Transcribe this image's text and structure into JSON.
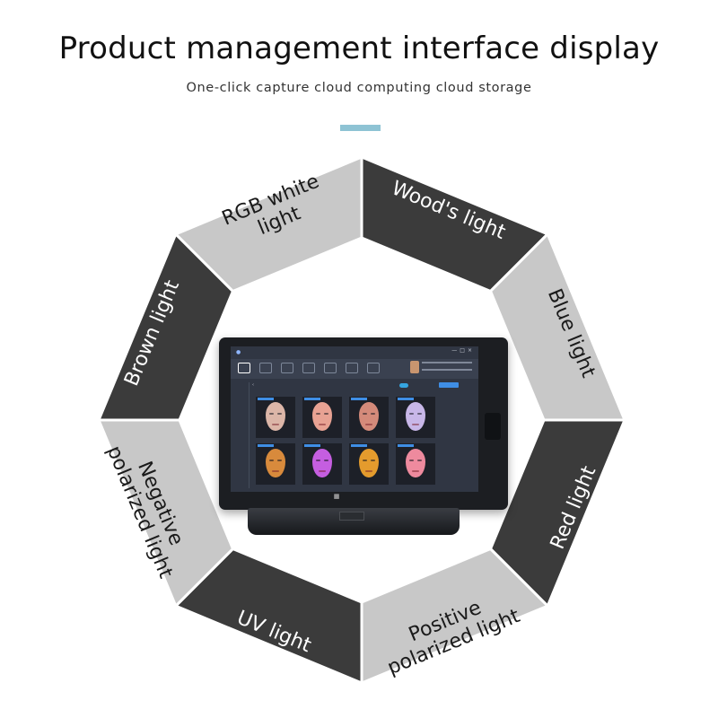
{
  "header": {
    "title": "Product management interface display",
    "subtitle": "One-click capture cloud computing cloud storage"
  },
  "colors": {
    "accent_bar": "#8ec3d4",
    "segment_dark": "#3b3b3b",
    "segment_light": "#c8c8c8",
    "text_on_dark": "#ffffff",
    "text_on_light": "#1a1a1a"
  },
  "ring": {
    "segments": [
      {
        "lines": [
          "Wood's light"
        ],
        "tone": "dark"
      },
      {
        "lines": [
          "Blue light"
        ],
        "tone": "light"
      },
      {
        "lines": [
          "Red light"
        ],
        "tone": "dark"
      },
      {
        "lines": [
          "Positive",
          "polarized light"
        ],
        "tone": "light"
      },
      {
        "lines": [
          "UV light"
        ],
        "tone": "dark"
      },
      {
        "lines": [
          "Negative",
          "polarized light"
        ],
        "tone": "light"
      },
      {
        "lines": [
          "Brown light"
        ],
        "tone": "dark"
      },
      {
        "lines": [
          "RGB white",
          "light"
        ],
        "tone": "light"
      }
    ]
  },
  "device": {
    "faces": [
      {
        "icon": "face-rgb-icon",
        "color": "#dcb6a8"
      },
      {
        "icon": "face-positive-polarized-icon",
        "color": "#e8a293"
      },
      {
        "icon": "face-negative-polarized-icon",
        "color": "#d48a7a"
      },
      {
        "icon": "face-blue-icon",
        "color": "#c8b7e8"
      },
      {
        "icon": "face-brown-icon",
        "color": "#d88a3c"
      },
      {
        "icon": "face-uv-icon",
        "color": "#c55ee0"
      },
      {
        "icon": "face-woods-icon",
        "color": "#e49b2d"
      },
      {
        "icon": "face-red-icon",
        "color": "#ee8a9e"
      }
    ]
  }
}
